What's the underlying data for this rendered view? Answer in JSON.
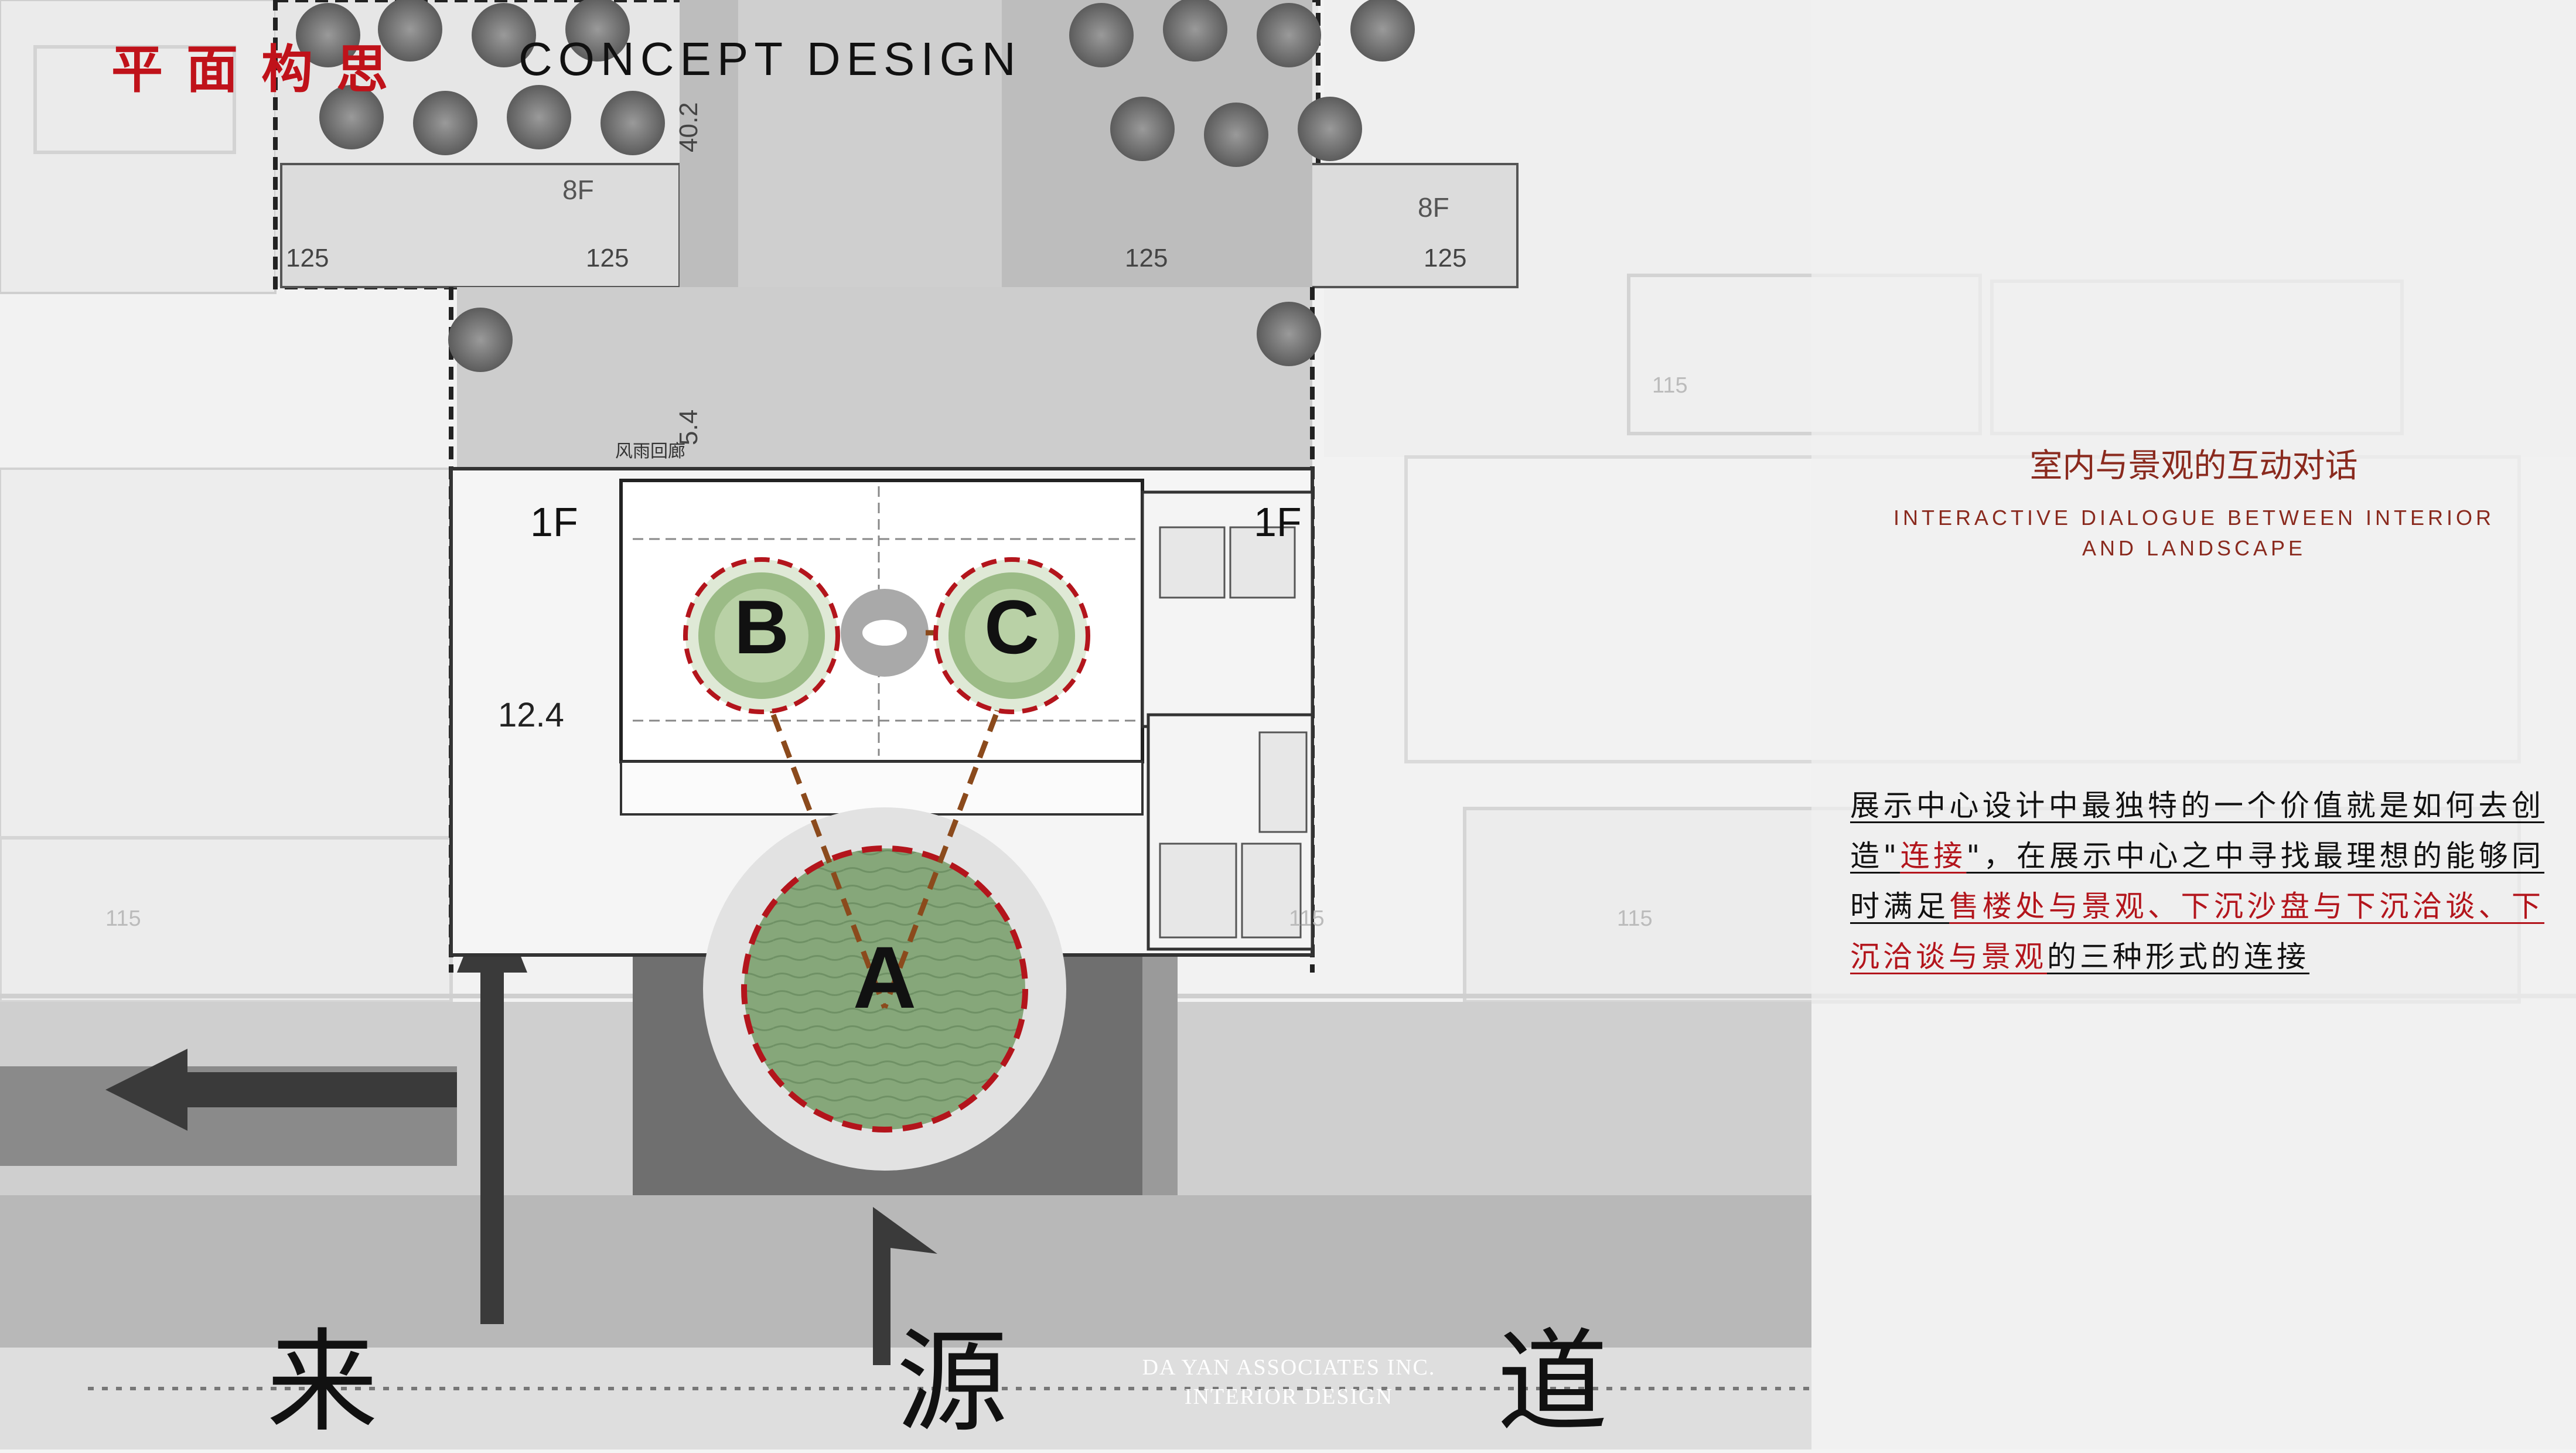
{
  "header": {
    "title_cn": "平面构思",
    "title_en": "CONCEPT DESIGN"
  },
  "plan": {
    "floor_labels": [
      "8F",
      "8F",
      "1F",
      "1F"
    ],
    "elevation_labels": [
      "125",
      "125",
      "125",
      "125",
      "12.4",
      "40.2",
      "5.4",
      "115",
      "115",
      "115",
      "115"
    ],
    "sign_text": "风雨回廊",
    "circle_labels": [
      "A",
      "B",
      "C"
    ],
    "road_name": [
      "来",
      "源",
      "道"
    ]
  },
  "side_panel": {
    "heading_cn": "室内与景观的互动对话",
    "heading_en_line1": "INTERACTIVE DIALOGUE BETWEEN INTERIOR",
    "heading_en_line2": "AND LANDSCAPE",
    "para_1": "展示中心设计中最独特的一个价值就是如何去创造\"",
    "para_link": "连接",
    "para_2": "\"，在展示中心之中寻找最理想的能够同时满足",
    "para_red": "售楼处与景观、下沉沙盘与下沉洽谈、下沉洽谈与景观",
    "para_3": "的三种形式的连接"
  },
  "footer": {
    "line1": "DA YAN  ASSOCIATES INC.",
    "line2": "INTERIOR DESIGN"
  },
  "colors": {
    "accent_red": "#c0121a",
    "dashed_red": "#b3151c",
    "connector_brown": "#8b4a1c",
    "green_fill": "#8fb07a",
    "heading_brown": "#8a2a1e"
  }
}
